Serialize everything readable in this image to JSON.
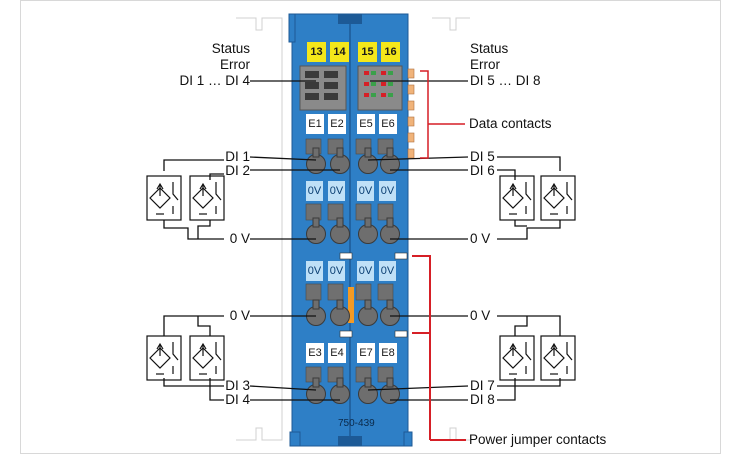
{
  "module": {
    "part_number": "750-439",
    "header_numbers": [
      "13",
      "14",
      "15",
      "16"
    ],
    "channel_tags": [
      "E1",
      "E2",
      "E5",
      "E6",
      "E3",
      "E4",
      "E7",
      "E8"
    ],
    "zero_v_tags": [
      "0V",
      "0V",
      "0V",
      "0V",
      "0V",
      "0V",
      "0V",
      "0V"
    ]
  },
  "labels": {
    "left_status": "Status",
    "left_error": "Error",
    "left_di_range": "DI 1 … DI 4",
    "right_status": "Status",
    "right_error": "Error",
    "right_di_range": "DI 5 … DI 8",
    "data_contacts": "Data contacts",
    "di1": "DI 1",
    "di2": "DI 2",
    "di5": "DI 5",
    "di6": "DI 6",
    "zero_v_left_1": "0 V",
    "zero_v_right_1": "0 V",
    "zero_v_left_2": "0 V",
    "zero_v_right_2": "0 V",
    "di3": "DI 3",
    "di4": "DI 4",
    "di7": "DI 7",
    "di8": "DI 8",
    "power_jumper_contacts": "Power jumper contacts"
  },
  "colors": {
    "module_blue": "#2e7fc6",
    "module_dark": "#1d5a96",
    "tag_yellow": "#f4e71a",
    "jumper_red": "#d61f26",
    "wire": "#111111"
  }
}
